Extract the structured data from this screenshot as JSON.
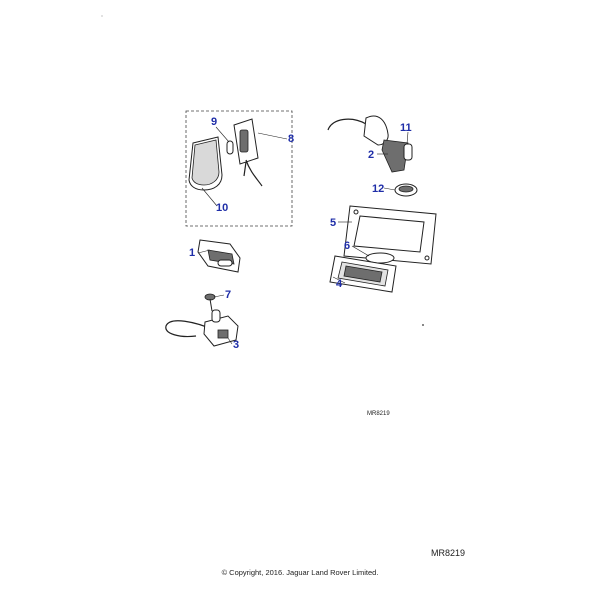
{
  "callouts": {
    "c1": "1",
    "c2": "2",
    "c3": "3",
    "c4": "4",
    "c5": "5",
    "c6": "6",
    "c7": "7",
    "c8": "8",
    "c9": "9",
    "c10": "10",
    "c11": "11",
    "c12": "12"
  },
  "diagram_ref_small": "MR8219",
  "diagram_ref_large": "MR8219",
  "copyright": "© Copyright, 2016. Jaguar Land Rover Limited.",
  "colors": {
    "callout": "#1f2ea8",
    "line": "#222222"
  }
}
